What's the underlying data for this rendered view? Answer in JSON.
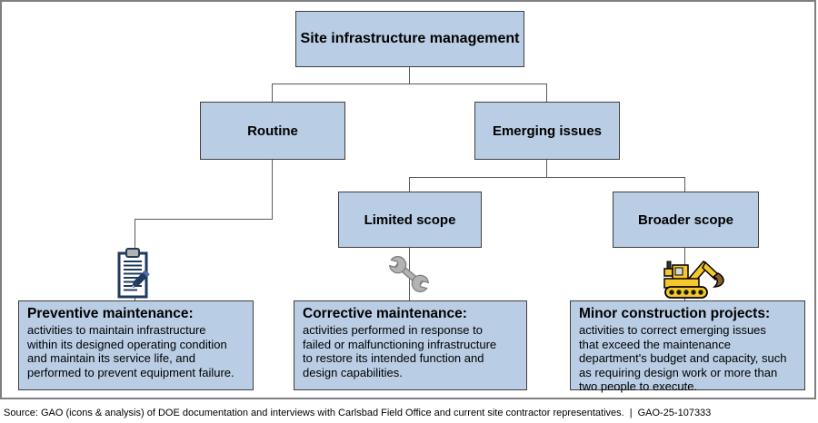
{
  "diagram": {
    "root": {
      "label": "Site infrastructure management"
    },
    "level1": [
      {
        "label": "Routine"
      },
      {
        "label": "Emerging issues"
      }
    ],
    "level2": [
      {
        "label": "Limited scope"
      },
      {
        "label": "Broader scope"
      }
    ],
    "descriptions": [
      {
        "icon": "clipboard-pen-icon",
        "title": "Preventive maintenance:",
        "body": "activities to maintain infrastructure\nwithin its designed operating condition\nand maintain its service life, and\nperformed to prevent equipment failure."
      },
      {
        "icon": "wrench-icon",
        "title": "Corrective maintenance:",
        "body": "activities performed in response to\nfailed or malfunctioning infrastructure\nto restore its intended function and\ndesign capabilities."
      },
      {
        "icon": "excavator-icon",
        "title": "Minor construction projects:",
        "body": "activities to correct emerging issues\nthat exceed the maintenance\ndepartment's budget and capacity, such\nas requiring design work or more than\ntwo people to execute."
      }
    ],
    "colors": {
      "node_fill": "#b9cde4",
      "node_border": "#404040",
      "connector_line": "#595959",
      "figure_border": "#7f7f7f",
      "icon_navy": "#1f3a5f",
      "icon_gray": "#b3b3b3",
      "icon_yellow": "#f5c72b",
      "icon_brown": "#8a5c2e"
    }
  },
  "footer": {
    "source": "Source: GAO (icons & analysis) of DOE documentation and interviews with Carlsbad Field Office and current site contractor representatives.",
    "divider": "|",
    "report_id": "GAO-25-107333"
  }
}
